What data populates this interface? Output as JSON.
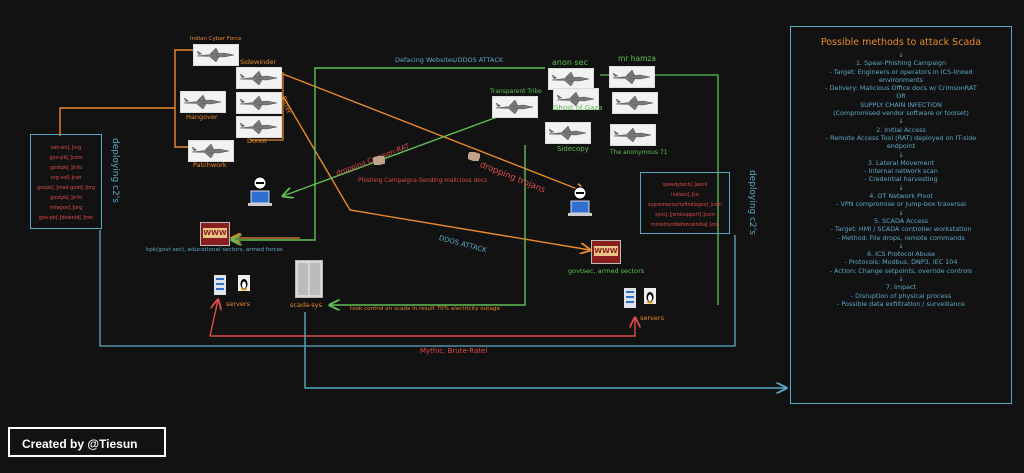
{
  "groups": {
    "indian_cyber_force": "Indian Cyber Force",
    "sidewinder": "Sidewinder",
    "hangover": "Hangover",
    "donot": "Donot",
    "patchwork": "Patchwork",
    "bitter": "Bitter",
    "anon_sec": "anon sec",
    "mr_hamza": "mr hamza",
    "transparent_tribe": "Transparent Tribe",
    "ghost_of_gaza": "Ghost of Gaza",
    "sidecopy": "Sidecopy",
    "anonymous71": "The anonymous 71"
  },
  "arrows": {
    "defacing": "Defacing Websites/DDOS ATTACK",
    "dropping_crimson": "dropping Crimson-RAT",
    "phishing": "Phishing Campaigns-Sending malicious docs",
    "dropping_trojans": "dropping trojans",
    "ddos": "DDOS ATTACK",
    "took_control": "took control on scada in result 70% electricity outage",
    "mythic": "Mythic, Brute-Ratel"
  },
  "left_c2": {
    "label": "deploying c2's",
    "domains": [
      "net-src[.]org",
      "gov-pk[.]com",
      "govtpk[.]info",
      "org-sol[.]net",
      "govpk[.]mail-govt[.]org",
      "govtpk[.]info",
      "mfagov[.]org",
      "gov-pk[.]downld[.]net"
    ]
  },
  "right_c2": {
    "label": "deploying c2's",
    "domains": [
      "speedytech[.]work",
      "indiasc[.]co",
      "supremecourtofindiagov[.]com",
      "sync[.]jsmisupport[.]com",
      "ministryofdefenceindia[.]org"
    ]
  },
  "targets": {
    "left_www": "WWW",
    "left_desc": "kpk(govt sec), educational sectors, armed forces",
    "right_www": "WWW",
    "right_desc": "govtsec, armed sectors",
    "servers_left": "servers",
    "scada": "scada-sys",
    "servers_right": "servers"
  },
  "panel": {
    "title": "Possible methods to attack Scada",
    "lines": [
      "↓",
      "1. Spear-Phishing Campaign",
      "- Target: Engineers or operators in ICS-linked",
      "environments",
      "- Delivery: Malicious Office docs w/ CrimsonRAT",
      "OR",
      "SUPPLY CHAIN INFECTION",
      "(Compromised vendor software or toolset)",
      "↓",
      "2. Initial Access",
      "- Remote Access Tool (RAT) deployed on IT-side",
      "endpoint",
      "↓",
      "3. Lateral Movement",
      "- Internal network scan",
      "- Credential harvesting",
      "↓",
      "4. OT Network Pivot",
      "- VPN compromise or jump-box traversal",
      "↓",
      "5. SCADA Access",
      "- Target: HMI / SCADA controller workstation",
      "- Method: File drops, remote commands",
      "↓",
      "6. ICS Protocol Abuse",
      "- Protocols: Modbus, DNP3, IEC 104",
      "- Action: Change setpoints, override controls",
      "↓",
      "7. Impact",
      "- Disruption of physical process",
      "- Possible data exfiltration / surveillance"
    ]
  },
  "credit": "Created by @Tiesun",
  "colors": {
    "orange": "#e8892c",
    "green": "#5fbf54",
    "blue": "#5ba8c4",
    "red": "#e04a4a",
    "background": "#121212"
  }
}
